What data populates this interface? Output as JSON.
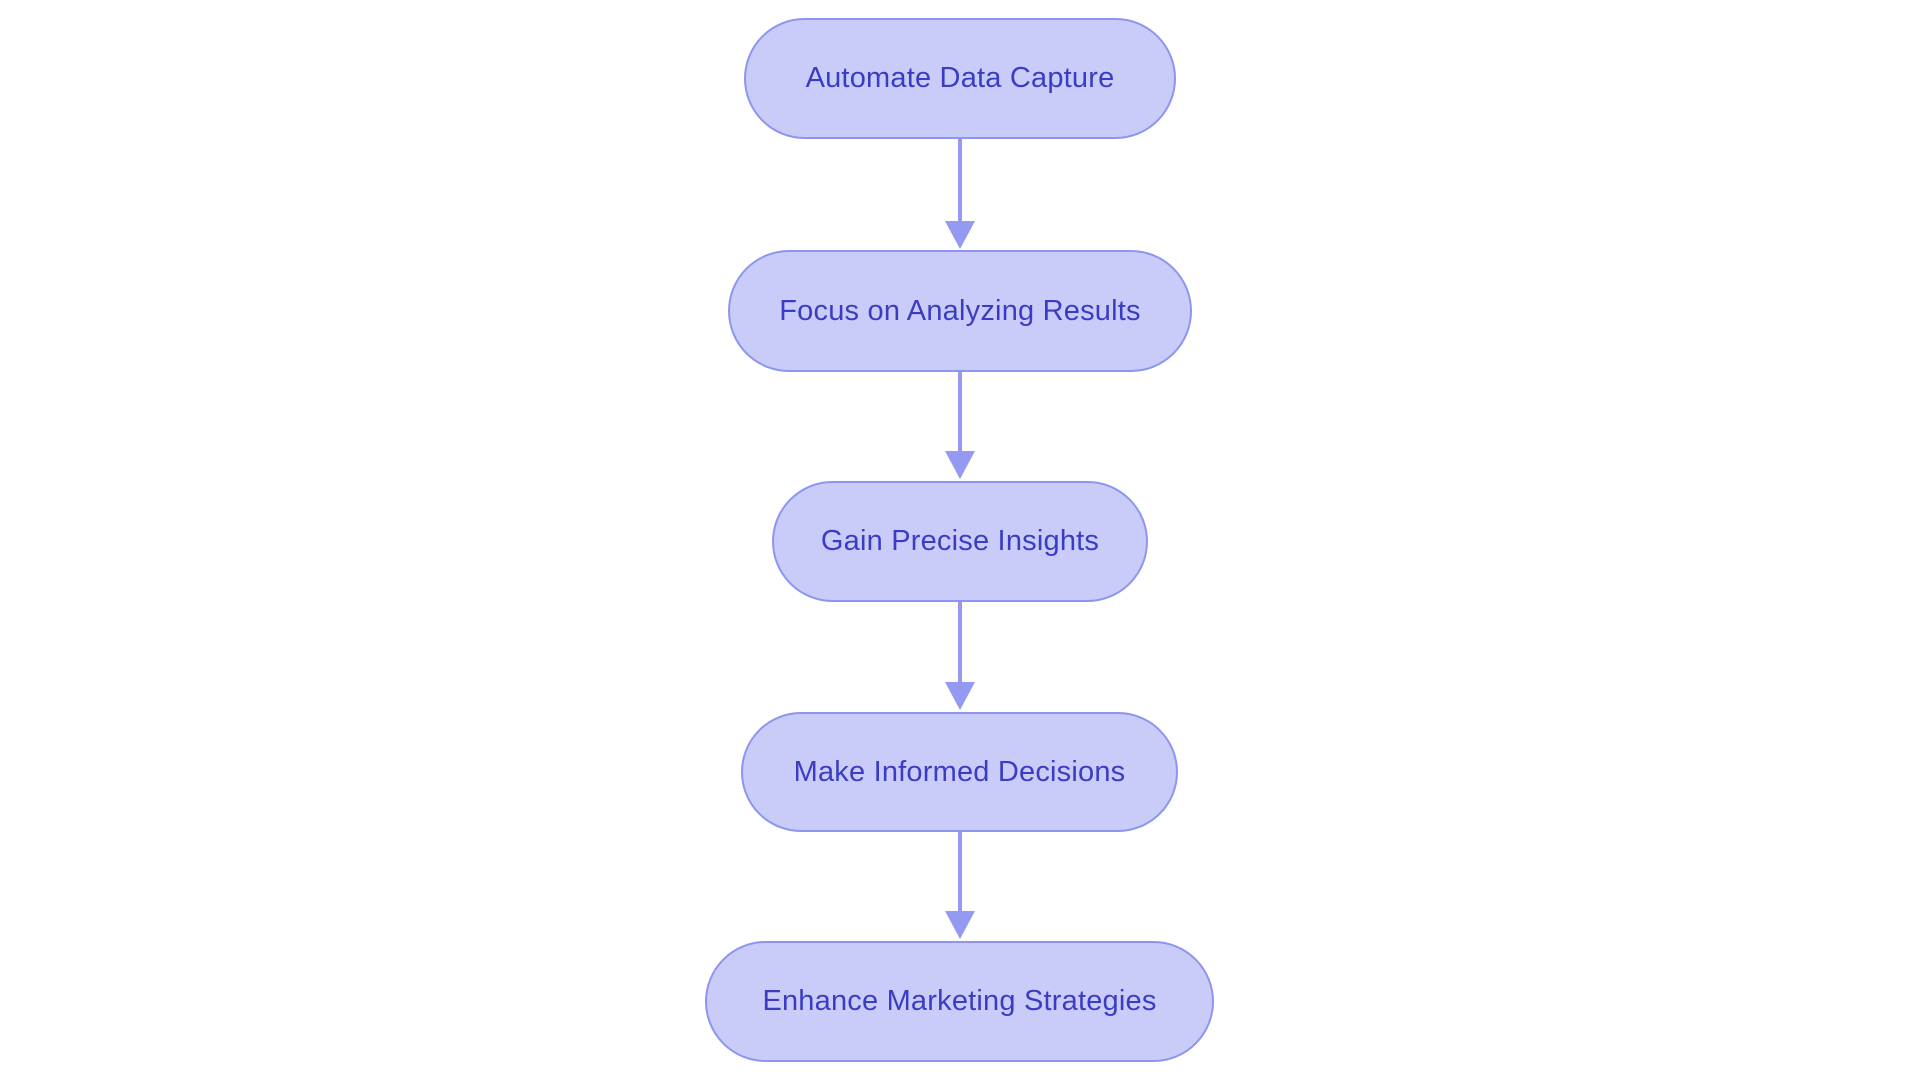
{
  "flowchart": {
    "type": "vertical-flow",
    "nodes": [
      {
        "id": "n1",
        "label": "Automate Data Capture"
      },
      {
        "id": "n2",
        "label": "Focus on Analyzing Results"
      },
      {
        "id": "n3",
        "label": "Gain Precise Insights"
      },
      {
        "id": "n4",
        "label": "Make Informed Decisions"
      },
      {
        "id": "n5",
        "label": "Enhance Marketing Strategies"
      }
    ],
    "connections": [
      {
        "from": "n1",
        "to": "n2"
      },
      {
        "from": "n2",
        "to": "n3"
      },
      {
        "from": "n3",
        "to": "n4"
      },
      {
        "from": "n4",
        "to": "n5"
      }
    ]
  },
  "colors": {
    "background": "#ffffff",
    "node_fill": "#c9ccf8",
    "node_border": "#8e95ef",
    "node_text": "#3a3dc4",
    "arrow": "#949af1"
  }
}
